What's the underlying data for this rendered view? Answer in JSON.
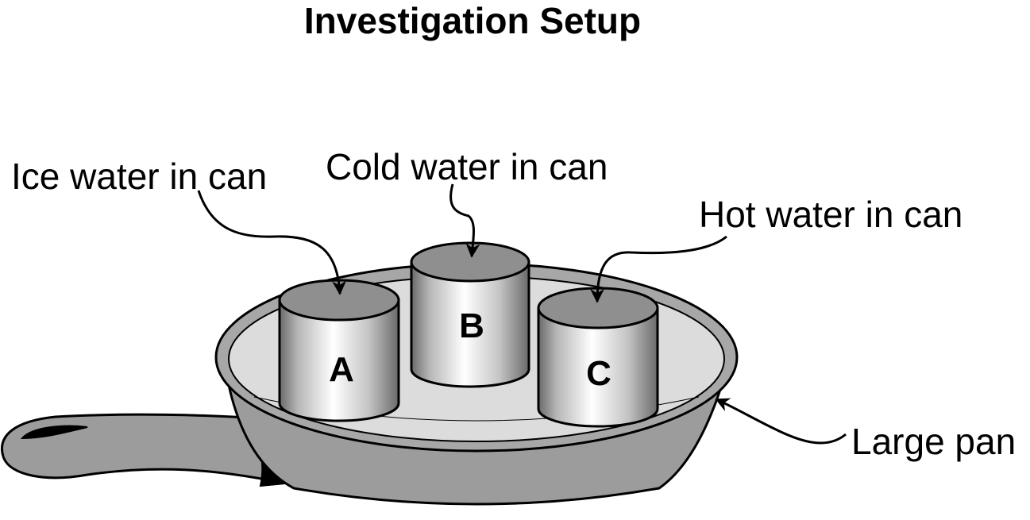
{
  "title": "Investigation Setup",
  "labels": {
    "ice": "Ice water in can",
    "cold": "Cold water in can",
    "hot": "Hot water in can",
    "pan": "Large pan"
  },
  "cans": {
    "a": "A",
    "b": "B",
    "c": "C"
  }
}
